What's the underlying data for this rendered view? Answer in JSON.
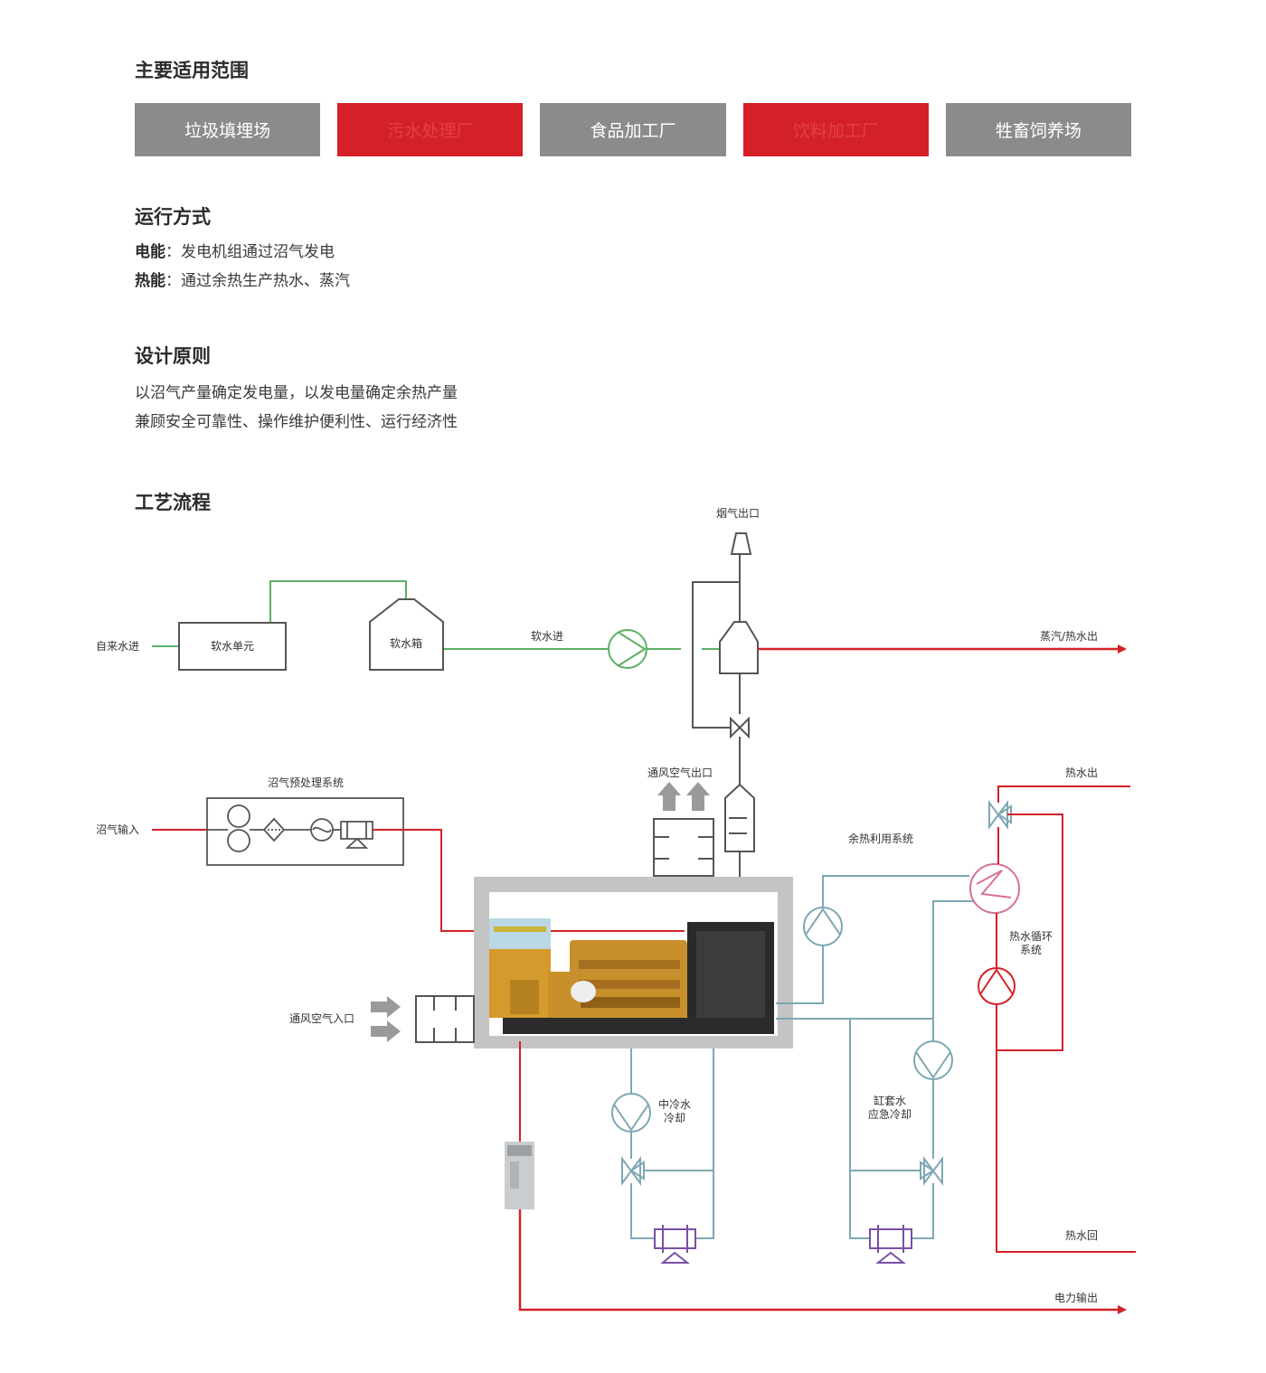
{
  "scope": {
    "heading": "主要适用范围",
    "tabs": [
      "垃圾填埋场",
      "污水处理厂",
      "食品加工厂",
      "饮料加工厂",
      "牲畜饲养场"
    ]
  },
  "operation": {
    "heading": "运行方式",
    "lines": [
      {
        "label": "电能",
        "sep": "：",
        "text": "发电机组通过沼气发电"
      },
      {
        "label": "热能",
        "sep": "：",
        "text": "通过余热生产热水、蒸汽"
      }
    ]
  },
  "design": {
    "heading": "设计原则",
    "lines": [
      "以沼气产量确定发电量，以发电量确定余热产量",
      "兼顾安全可靠性、操作维护便利性、运行经济性"
    ]
  },
  "process": {
    "heading": "工艺流程",
    "labels": {
      "flue_out": "烟气出口",
      "tap_water_in": "自来水进",
      "softener_unit": "软水单元",
      "soft_water_tank": "软水箱",
      "soft_water_in": "软水进",
      "steam_hot_out": "蒸汽/热水出",
      "vent_air_out": "通风空气出口",
      "biogas_pretreat": "沼气预处理系统",
      "biogas_in": "沼气输入",
      "waste_heat_system": "余热利用系统",
      "hot_water_out": "热水出",
      "hot_loop_1": "热水循环",
      "hot_loop_2": "系统",
      "vent_air_in": "通风空气入口",
      "mid_cool_1": "中冷水",
      "mid_cool_2": "冷却",
      "jacket_1": "缸套水",
      "jacket_2": "应急冷却",
      "hot_water_return": "热水回",
      "power_out": "电力输出"
    },
    "colors": {
      "green": "#5cb063",
      "red": "#d42128",
      "blue": "#7ea7b3",
      "gray": "#555555",
      "pink": "#d9709a",
      "purple": "#7a4fa5"
    }
  }
}
